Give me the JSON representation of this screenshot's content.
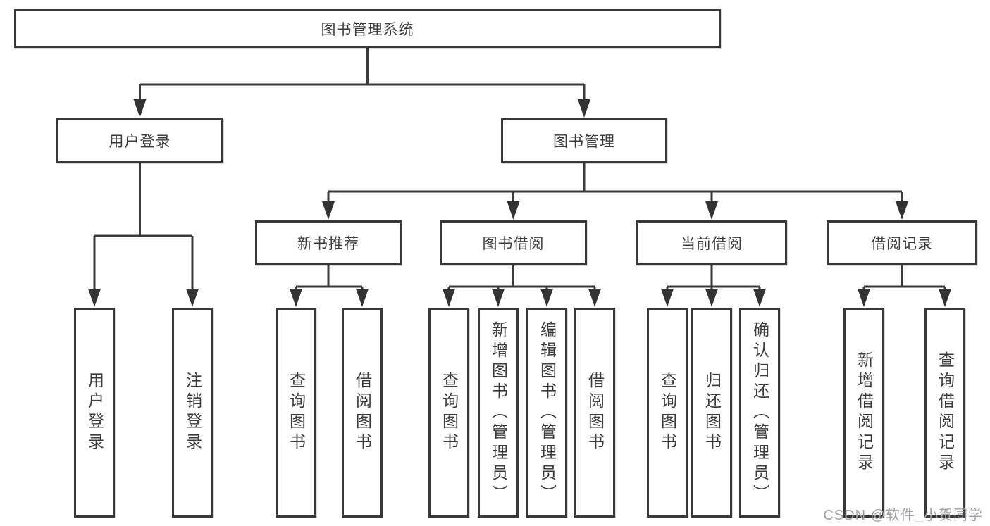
{
  "diagram": {
    "root": {
      "label": "图书管理系统"
    },
    "level2": [
      {
        "label": "用户登录"
      },
      {
        "label": "图书管理"
      }
    ],
    "level3": [
      {
        "label": "新书推荐"
      },
      {
        "label": "图书借阅"
      },
      {
        "label": "当前借阅"
      },
      {
        "label": "借阅记录"
      }
    ],
    "leaves": {
      "user_login": [
        "用户登录",
        "注销登录"
      ],
      "new_books": [
        "查询图书",
        "借阅图书"
      ],
      "book_borrow": [
        "查询图书",
        "新增图书（管理员）",
        "编辑图书（管理员）",
        "借阅图书"
      ],
      "current_borrow": [
        "查询图书",
        "归还图书",
        "确认归还（管理员）"
      ],
      "borrow_records": [
        "新增借阅记录",
        "查询借阅记录"
      ]
    }
  },
  "watermark": {
    "text": "CSDN @软件_小贺同学"
  },
  "colors": {
    "line": "#3a3a3a",
    "box_border": "#383838",
    "text": "#3c3c3c",
    "watermark": "#a2a3a7",
    "background": "#ffffff"
  }
}
